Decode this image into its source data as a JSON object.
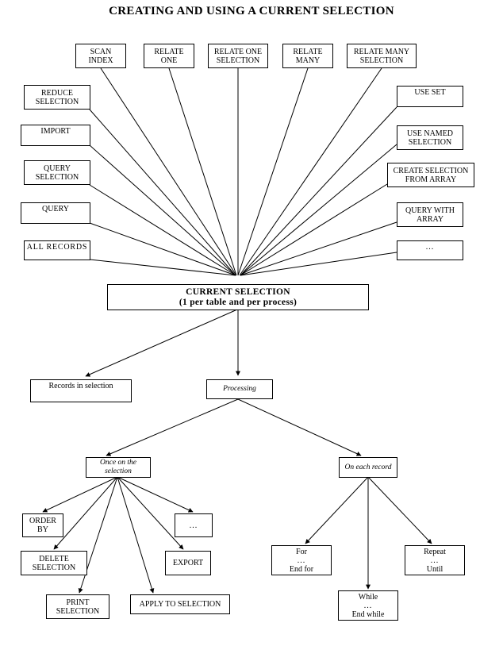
{
  "diagram": {
    "title": "CREATING AND USING A CURRENT SELECTION",
    "type": "flowchart",
    "nodes": {
      "scan_index": "SCAN\nINDEX",
      "scan_index_l1": "SCAN",
      "scan_index_l2": "INDEX",
      "relate_one_l1": "RELATE",
      "relate_one_l2": "ONE",
      "relate_one_selection_l1": "RELATE ONE",
      "relate_one_selection_l2": "SELECTION",
      "relate_many_l1": "RELATE",
      "relate_many_l2": "MANY",
      "relate_many_selection_l1": "RELATE MANY",
      "relate_many_selection_l2": "SELECTION",
      "reduce_selection_l1": "REDUCE",
      "reduce_selection_l2": "SELECTION",
      "import": "IMPORT",
      "query_selection_l1": "QUERY",
      "query_selection_l2": "SELECTION",
      "query": "QUERY",
      "all_records": "ALL RECORDS",
      "use_set": "USE SET",
      "use_named_selection_l1": "USE NAMED",
      "use_named_selection_l2": "SELECTION",
      "create_selection_from_array_l1": "CREATE SELECTION",
      "create_selection_from_array_l2": "FROM  ARRAY",
      "query_with_array_l1": "QUERY WITH",
      "query_with_array_l2": "ARRAY",
      "ellipsis_right": "...",
      "current_selection_l1": "CURRENT SELECTION",
      "current_selection_l2": "(1 per table and per process)",
      "records_in_selection": "Records in selection",
      "processing": "Processing",
      "once_on_the_selection_l1": "Once on the",
      "once_on_the_selection_l2": "selection",
      "on_each_record": "On each record",
      "order_by_l1": "ORDER",
      "order_by_l2": "BY",
      "delete_selection_l1": "DELETE",
      "delete_selection_l2": "SELECTION",
      "print_selection_l1": "PRINT",
      "print_selection_l2": "SELECTION",
      "apply_to_selection": "APPLY TO SELECTION",
      "export": "EXPORT",
      "ellipsis_once": "...",
      "for_l1": "For",
      "for_l2": "...",
      "for_l3": "End for",
      "while_l1": "While",
      "while_l2": "...",
      "while_l3": "End while",
      "repeat_l1": "Repeat",
      "repeat_l2": "...",
      "repeat_l3": "Until"
    },
    "colors": {
      "background": "#ffffff",
      "line": "#000000",
      "text": "#000000"
    }
  }
}
